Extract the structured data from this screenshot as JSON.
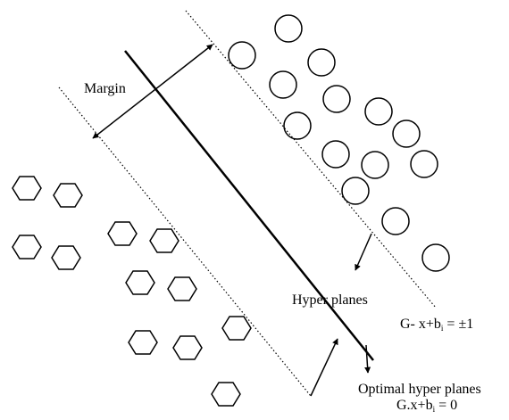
{
  "labels": {
    "margin": "Margin",
    "hyper_planes": "Hyper planes",
    "eq_margin_prefix": "G- x+b",
    "eq_margin_sub": "i",
    "eq_margin_suffix": " = ±1",
    "optimal": "Optimal hyper planes",
    "eq_optimal_prefix": "G.x+b",
    "eq_optimal_sub": "i",
    "eq_optimal_suffix": " = 0"
  },
  "classes": {
    "circle_count": 14,
    "hexagon_count": 12
  },
  "colors": {
    "ink": "#000000",
    "background": "#ffffff"
  }
}
